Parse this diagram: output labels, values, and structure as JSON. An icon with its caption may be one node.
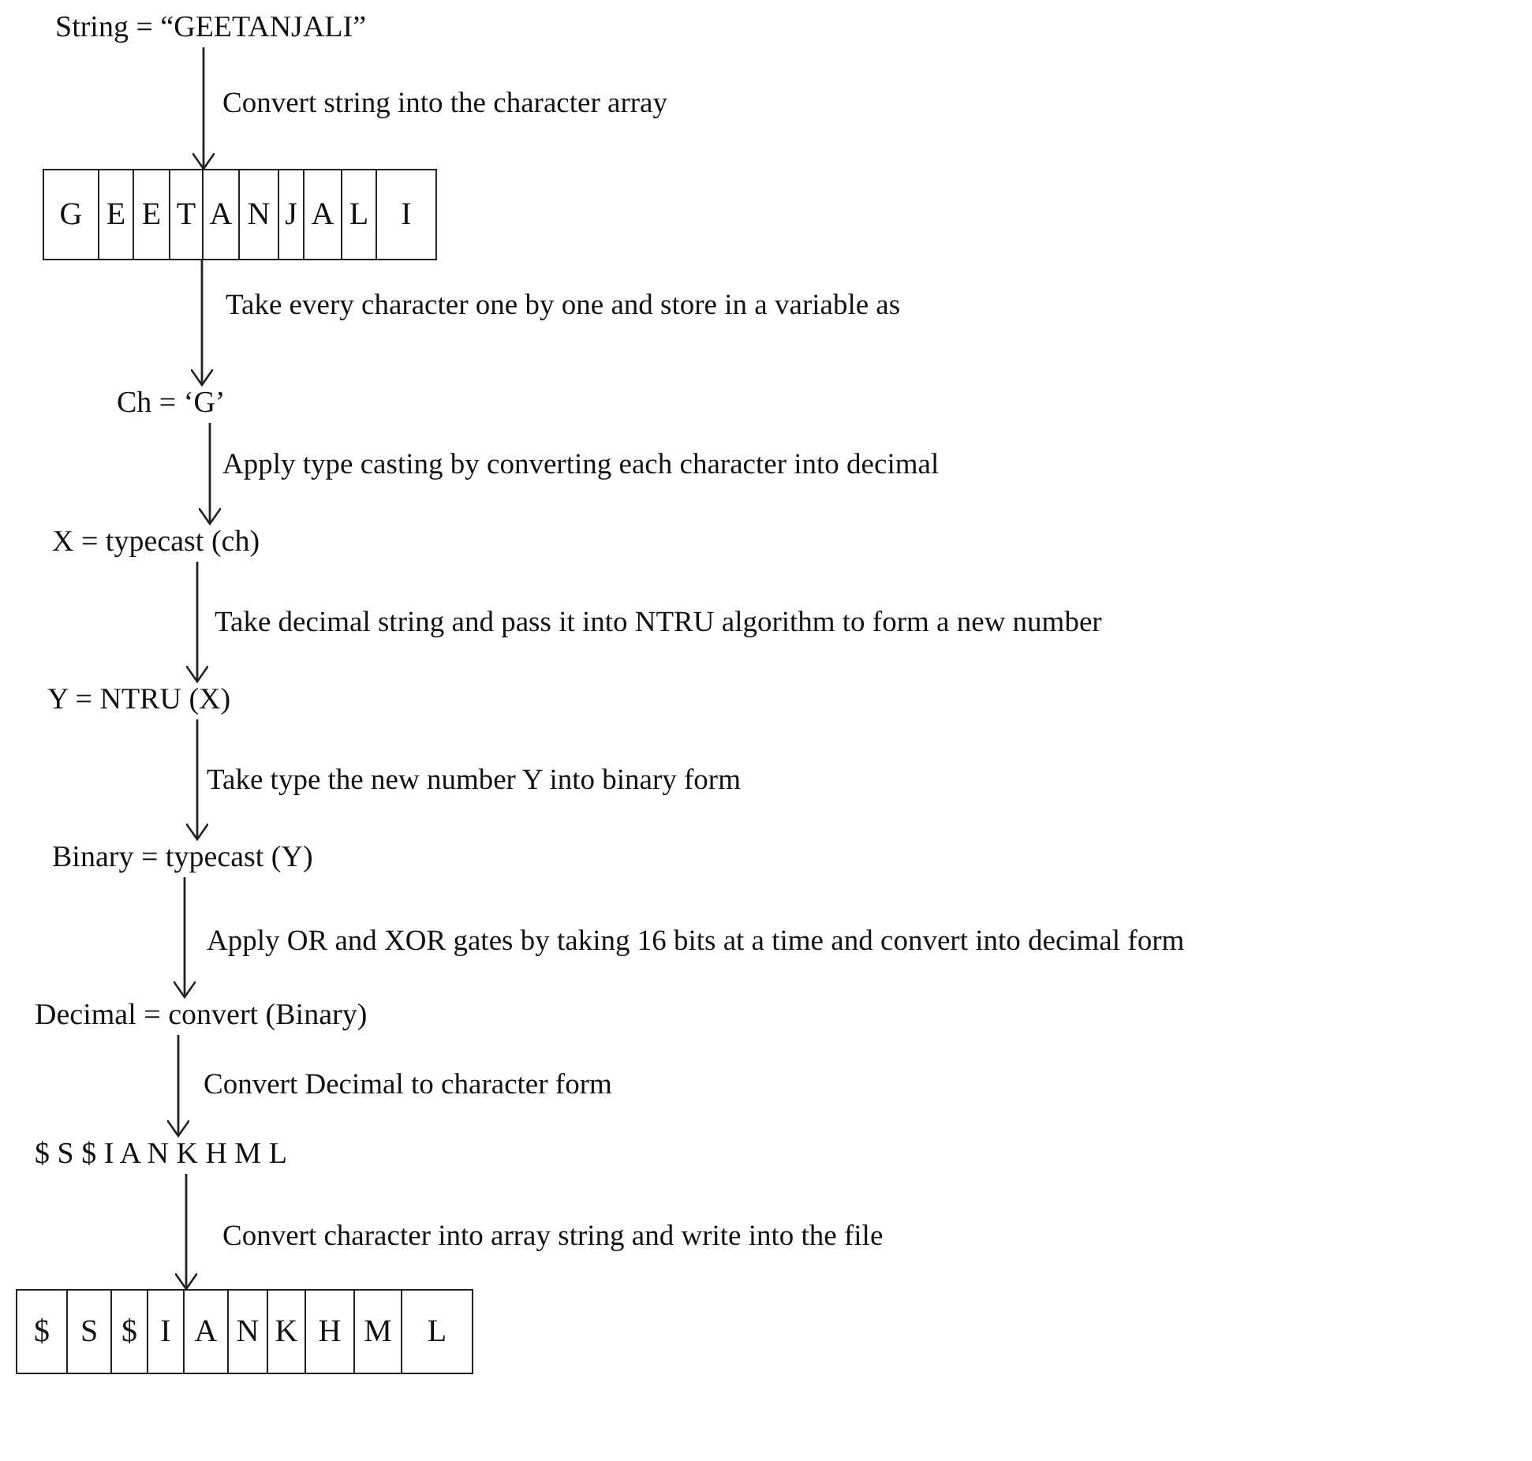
{
  "diagram": {
    "nodes": [
      {
        "text": [
          "String = “GEETANJALI”"
        ]
      },
      {
        "text": [
          "G",
          "E",
          "E",
          "T",
          "A",
          "N",
          "J",
          "A",
          "L",
          "I"
        ]
      },
      {
        "text": [
          "Ch = ‘G’"
        ]
      },
      {
        "text": [
          "X = typecast (ch)"
        ]
      },
      {
        "text": [
          "Y = NTRU (X)"
        ]
      },
      {
        "text": [
          "Binary = typecast (Y)"
        ]
      },
      {
        "text": [
          "Decimal = convert (Binary)"
        ]
      },
      {
        "text": [
          "$ S $ I A N K H M L"
        ]
      },
      {
        "text": [
          "$",
          "S",
          "$",
          "I",
          "A",
          "N",
          "K",
          "H",
          "M",
          "L"
        ]
      }
    ],
    "edges": [
      {
        "from": 0,
        "to": 1,
        "arrow": "to",
        "label": "Convert string into the character array"
      },
      {
        "from": 1,
        "to": 2,
        "arrow": "to",
        "label": "Take every character one by one and store in a variable as"
      },
      {
        "from": 2,
        "to": 3,
        "arrow": "to",
        "label": "Apply type casting by converting each character into decimal"
      },
      {
        "from": 3,
        "to": 4,
        "arrow": "to",
        "label": "Take decimal string and pass it into NTRU algorithm to form a new number"
      },
      {
        "from": 4,
        "to": 5,
        "arrow": "to",
        "label": "Take type the new number Y into binary form"
      },
      {
        "from": 5,
        "to": 6,
        "arrow": "to",
        "label": "Apply OR and XOR gates by taking 16 bits at a time and convert into decimal form"
      },
      {
        "from": 6,
        "to": 7,
        "arrow": "to",
        "label": "Convert Decimal to character form"
      },
      {
        "from": 7,
        "to": 8,
        "arrow": "to",
        "label": "Convert character into array string and write into the file"
      }
    ]
  }
}
